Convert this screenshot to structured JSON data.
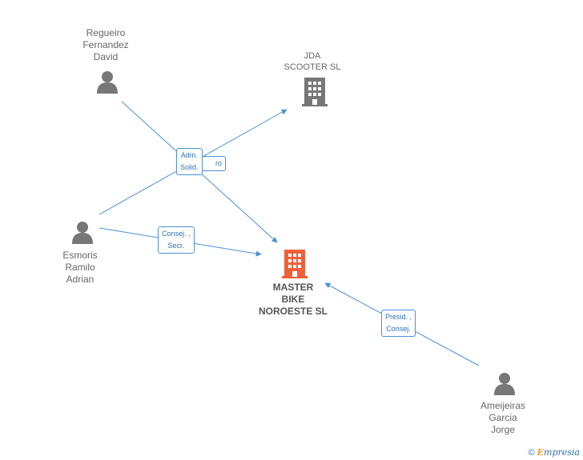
{
  "colors": {
    "edge": "#4a90d9",
    "person": "#777777",
    "company": "#777777",
    "main_company": "#f0603a"
  },
  "nodes": {
    "regueiro": {
      "lines": [
        "Regueiro",
        "Fernandez",
        "David"
      ],
      "icon": "person-icon"
    },
    "jda": {
      "lines": [
        "JDA",
        "SCOOTER SL"
      ],
      "icon": "building-icon"
    },
    "esmoris": {
      "lines": [
        "Esmoris",
        "Ramilo",
        "Adrian"
      ],
      "icon": "person-icon"
    },
    "master": {
      "lines": [
        "MASTER",
        "BIKE",
        "NOROESTE SL"
      ],
      "icon": "building-icon"
    },
    "ameijeiras": {
      "lines": [
        "Ameijeiras",
        "Garcia",
        "Jorge"
      ],
      "icon": "person-icon"
    }
  },
  "edges": {
    "adm_solid": {
      "lines": [
        "Adm.",
        "Solid."
      ]
    },
    "hidden": {
      "lines": [
        "ro"
      ]
    },
    "consej_secr": {
      "lines": [
        "Consej. ,",
        "Secr."
      ]
    },
    "presid_consej": {
      "lines": [
        "Presid. ,",
        "Consej."
      ]
    }
  },
  "footer": {
    "copyright": "©",
    "brand_e": "E",
    "brand_rest": "mpresia"
  }
}
